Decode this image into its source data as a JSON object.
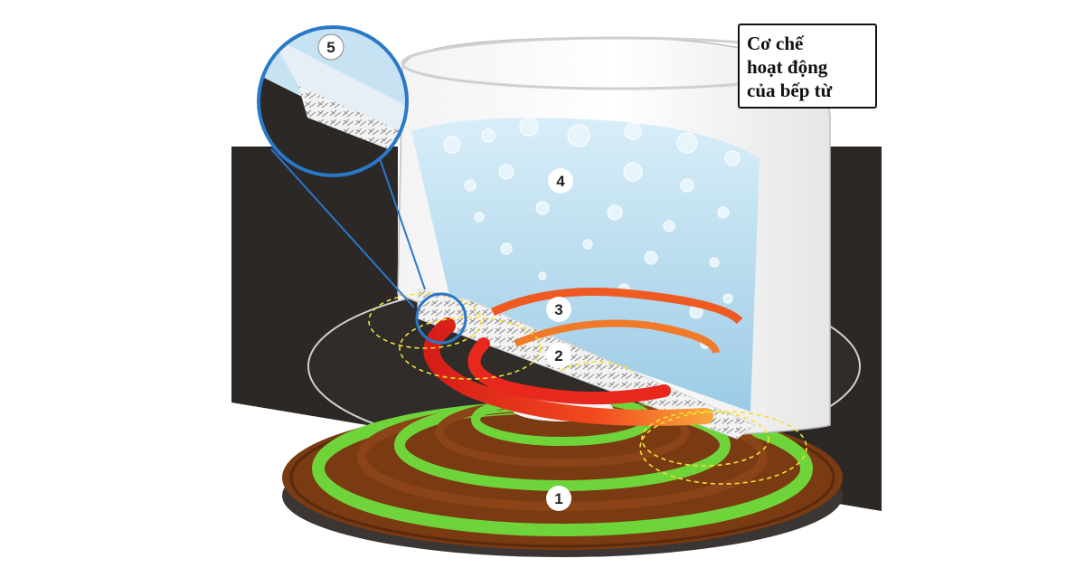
{
  "title": {
    "line1": "Cơ chế",
    "line2": "hoạt động",
    "line3": "của bếp từ"
  },
  "markers": {
    "m1": "1",
    "m2": "2",
    "m3": "3",
    "m4": "4",
    "m5": "5"
  },
  "colors": {
    "cooktop": "#262321",
    "coil_copper": "#7a3a12",
    "coil_green": "#6fd43a",
    "heat_red": "#e8281c",
    "heat_orange": "#f07a2a",
    "water": "#b9ddf0",
    "pot_wall": "#ffffff",
    "field_lines": "#f2e03a",
    "zoom_ring": "#2a78c8"
  }
}
